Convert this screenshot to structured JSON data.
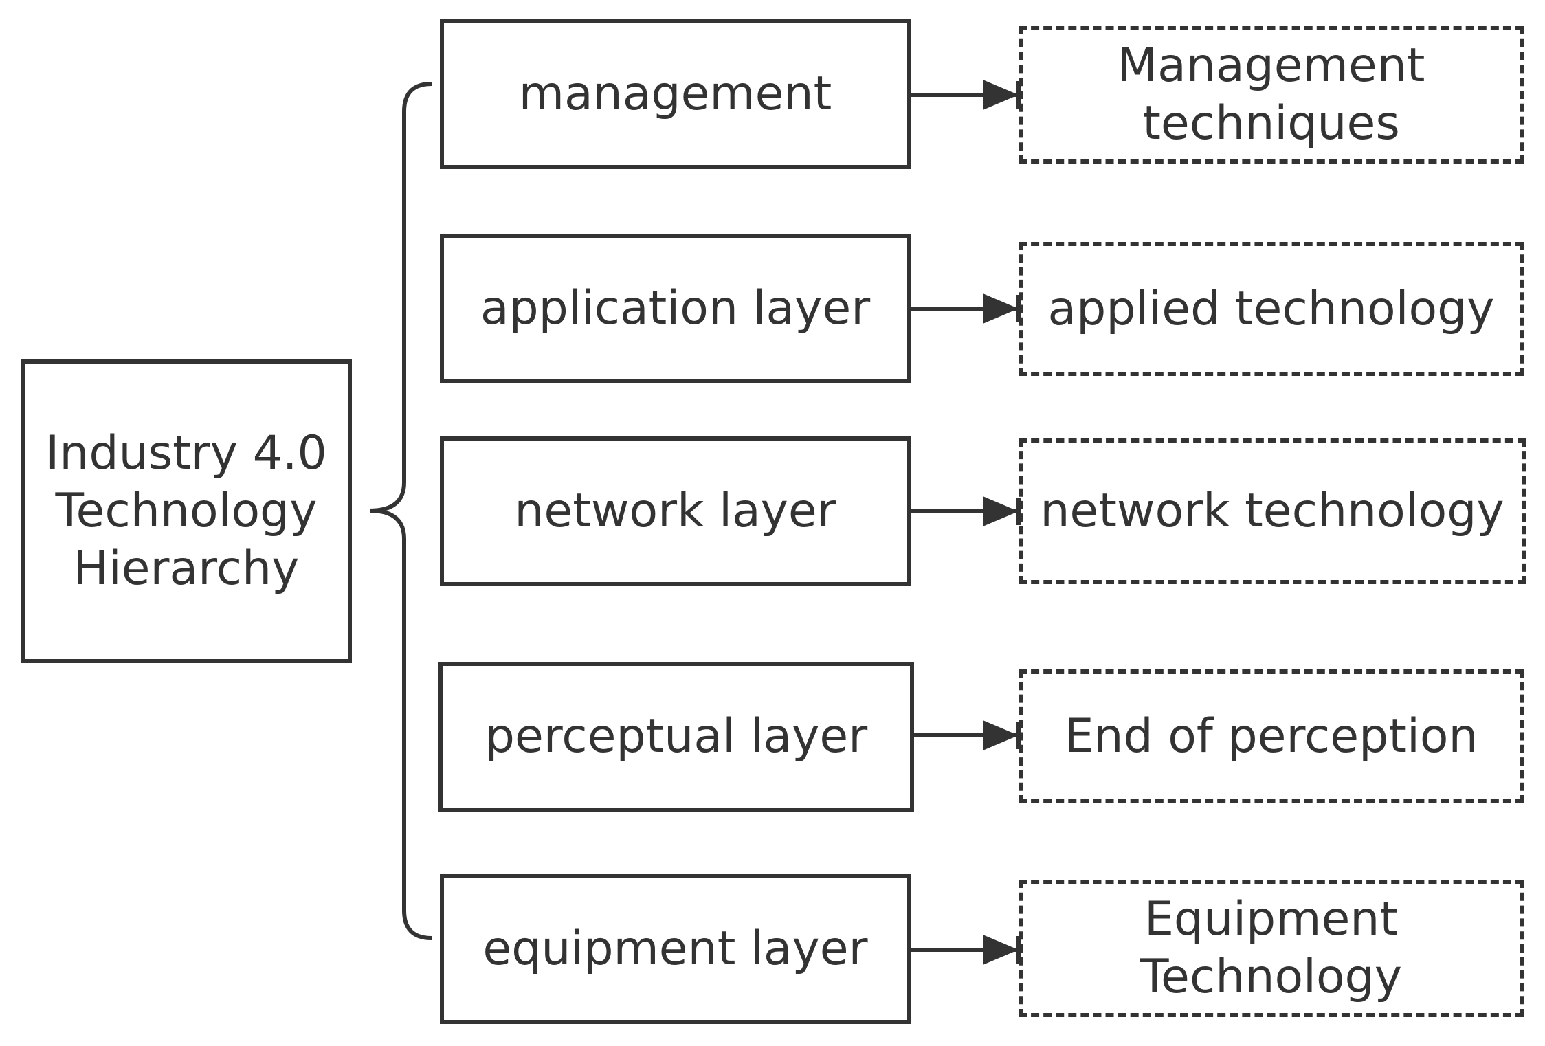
{
  "root": {
    "lines": [
      "Industry 4.0",
      "Technology",
      "Hierarchy"
    ]
  },
  "layers": [
    {
      "label": "management",
      "tech": [
        "Management",
        "techniques"
      ]
    },
    {
      "label": "application layer",
      "tech": [
        "applied technology"
      ]
    },
    {
      "label": "network layer",
      "tech": [
        "network technology"
      ]
    },
    {
      "label": "perceptual layer",
      "tech": [
        "End of perception"
      ]
    },
    {
      "label": "equipment layer",
      "tech": [
        "Equipment",
        "Technology"
      ]
    }
  ]
}
